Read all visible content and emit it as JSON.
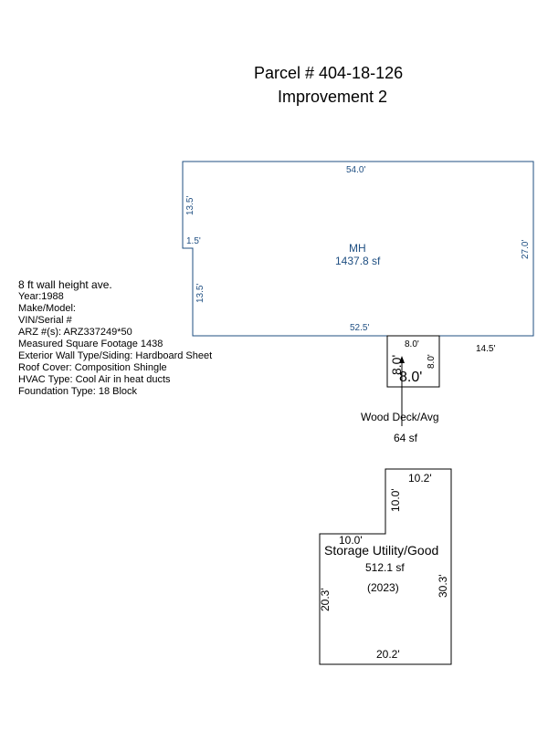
{
  "header": {
    "parcel": "Parcel # 404-18-126",
    "improvement": "Improvement 2"
  },
  "info": {
    "wall_height": "8 ft wall height ave.",
    "year": "Year:1988",
    "make_model": "Make/Model:",
    "vin": "VIN/Serial #",
    "arz": "ARZ #(s): ARZ337249*50",
    "sqft": "Measured Square Footage 1438",
    "exterior": "Exterior Wall Type/Siding: Hardboard Sheet",
    "roof": "Roof Cover: Composition Shingle",
    "hvac": "HVAC Type: Cool Air in heat ducts",
    "foundation": "Foundation Type: 18 Block"
  },
  "mh": {
    "label": "MH",
    "area": "1437.8 sf",
    "dim_top": "54.0'",
    "dim_left_upper": "13.5'",
    "dim_step": "1.5'",
    "dim_left_lower": "13.5'",
    "dim_right": "27.0'",
    "dim_bottom": "52.5'",
    "dim_right_offset": "14.5'",
    "color": "#1f4f82"
  },
  "deck": {
    "dim_top": "8.0'",
    "dim_left": "8.0'",
    "dim_right": "8.0'",
    "dim_center": "8.0'",
    "label": "Wood Deck/Avg",
    "area": "64 sf"
  },
  "storage": {
    "dim_top": "10.2'",
    "dim_notch_vertical": "10.0'",
    "dim_notch_horizontal": "10.0'",
    "label": "Storage Utility/Good",
    "area": "512.1 sf",
    "year": "(2023)",
    "dim_left": "20.3'",
    "dim_right": "30.3'",
    "dim_bottom": "20.2'"
  }
}
